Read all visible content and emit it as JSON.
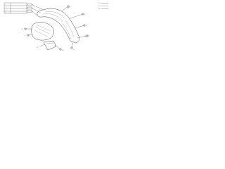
{
  "diagram": {
    "legend_rows": [
      {
        "num": "1",
        "code": "",
        "part": ""
      },
      {
        "num": "2",
        "code": "",
        "part": ""
      },
      {
        "num": "3",
        "code": "",
        "part": ""
      },
      {
        "num": "4",
        "code": "",
        "part": ""
      }
    ],
    "callouts": [
      "1",
      "2",
      "3",
      "4",
      "5",
      "6",
      "7",
      "8",
      "9",
      "10",
      "11",
      "12",
      "13",
      "14",
      "15"
    ],
    "colors": {
      "line": "#555555",
      "shape": "#444444",
      "text": "#555555"
    }
  }
}
